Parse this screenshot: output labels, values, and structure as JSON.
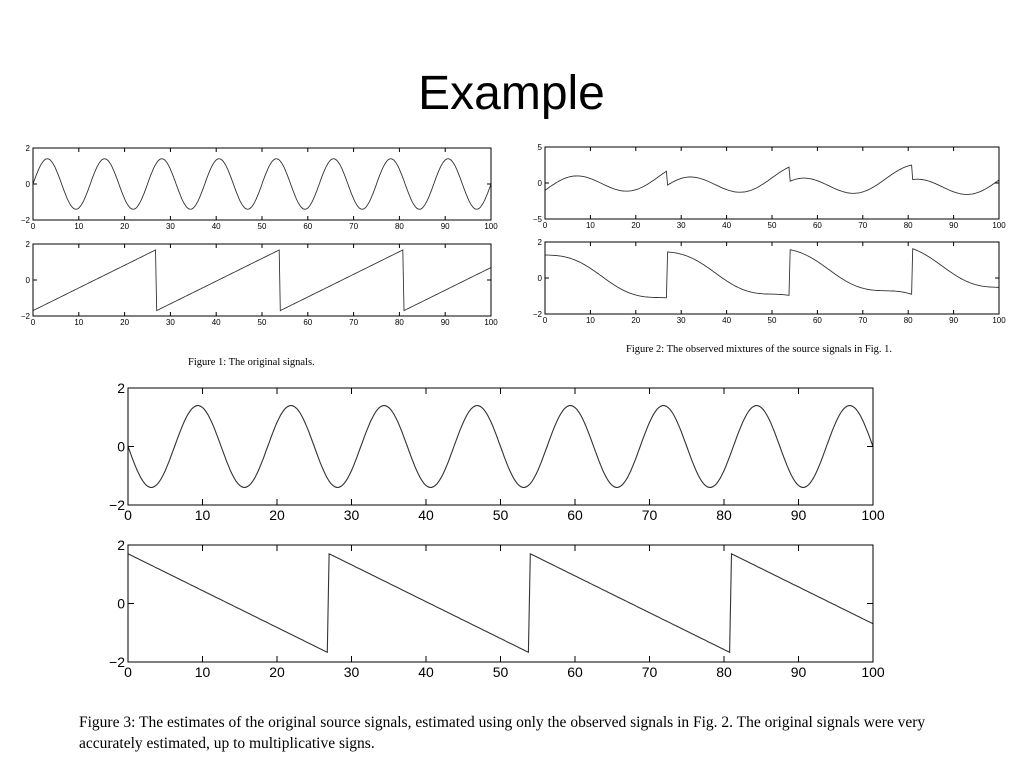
{
  "slide": {
    "title": "Example",
    "fig1_caption": "Figure 1: The original signals.",
    "fig2_caption": "Figure 2: The observed mixtures of the source signals in Fig. 1.",
    "fig3_caption": "Figure 3: The estimates of the original source signals, estimated using only the observed signals in Fig. 2. The original signals were very accurately estimated, up to multiplicative signs."
  },
  "chart_data": [
    {
      "type": "line",
      "figure": "Figure 1",
      "panel": "top",
      "xlim": [
        0,
        100
      ],
      "ylim": [
        -2,
        2
      ],
      "xticks": [
        0,
        10,
        20,
        30,
        40,
        50,
        60,
        70,
        80,
        90,
        100
      ],
      "yticks": [
        -2,
        0,
        2
      ],
      "grid": false,
      "series": [
        {
          "kind": "sine",
          "amplitude": 1.4,
          "period": 12.5,
          "phase": 0
        }
      ]
    },
    {
      "type": "line",
      "figure": "Figure 1",
      "panel": "bottom",
      "xlim": [
        0,
        100
      ],
      "ylim": [
        -2,
        2
      ],
      "xticks": [
        0,
        10,
        20,
        30,
        40,
        50,
        60,
        70,
        80,
        90,
        100
      ],
      "yticks": [
        -2,
        0,
        2
      ],
      "grid": false,
      "series": [
        {
          "kind": "sawtooth",
          "period": 27,
          "low": -1.7,
          "high": 1.7,
          "direction": "rising"
        }
      ]
    },
    {
      "type": "line",
      "figure": "Figure 2",
      "panel": "top",
      "xlim": [
        0,
        100
      ],
      "ylim": [
        -5,
        5
      ],
      "xticks": [
        0,
        10,
        20,
        30,
        40,
        50,
        60,
        70,
        80,
        90,
        100
      ],
      "yticks": [
        -5,
        0,
        5
      ],
      "grid": false,
      "series": [
        {
          "kind": "mixture",
          "sine_weight": 1.5,
          "saw_weight": 0.6
        }
      ]
    },
    {
      "type": "line",
      "figure": "Figure 2",
      "panel": "bottom",
      "xlim": [
        0,
        100
      ],
      "ylim": [
        -2,
        2
      ],
      "xticks": [
        0,
        10,
        20,
        30,
        40,
        50,
        60,
        70,
        80,
        90,
        100
      ],
      "yticks": [
        -2,
        0,
        2
      ],
      "grid": false,
      "series": [
        {
          "kind": "mixture",
          "sine_weight": 0.35,
          "saw_weight": -0.75
        }
      ]
    },
    {
      "type": "line",
      "figure": "Figure 3",
      "panel": "top",
      "xlim": [
        0,
        100
      ],
      "ylim": [
        -2,
        2
      ],
      "xticks": [
        0,
        10,
        20,
        30,
        40,
        50,
        60,
        70,
        80,
        90,
        100
      ],
      "yticks": [
        -2,
        0,
        2
      ],
      "grid": false,
      "series": [
        {
          "kind": "sine",
          "amplitude": -1.4,
          "period": 12.5,
          "phase": 0
        }
      ]
    },
    {
      "type": "line",
      "figure": "Figure 3",
      "panel": "bottom",
      "xlim": [
        0,
        100
      ],
      "ylim": [
        -2,
        2
      ],
      "xticks": [
        0,
        10,
        20,
        30,
        40,
        50,
        60,
        70,
        80,
        90,
        100
      ],
      "yticks": [
        -2,
        0,
        2
      ],
      "grid": false,
      "series": [
        {
          "kind": "sawtooth",
          "period": 27,
          "low": -1.7,
          "high": 1.7,
          "direction": "falling"
        }
      ]
    }
  ]
}
